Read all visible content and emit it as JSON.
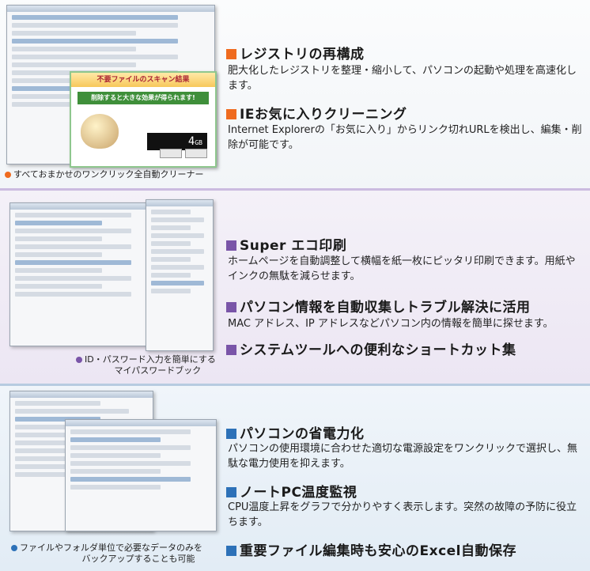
{
  "section1": {
    "screenshot_caption": "すべておまかせのワンクリック全自動クリーナー",
    "dialog": {
      "title": "不要ファイルのスキャン結果",
      "banner": "削除すると大きな効果が得られます!",
      "readout": "4",
      "readout_unit": "GB"
    },
    "features": [
      {
        "title": "レジストリの再構成",
        "body": "肥大化したレジストリを整理・縮小して、パソコンの起動や処理を高速化します。"
      },
      {
        "title": "IEお気に入りクリーニング",
        "body": "Internet Explorerの「お気に入り」からリンク切れURLを検出し、編集・削除が可能です。"
      }
    ],
    "accent": "#ef6b1f"
  },
  "section2": {
    "screenshot_caption_line1": "ID・パスワード入力を簡単にする",
    "screenshot_caption_line2": "マイパスワードブック",
    "features": [
      {
        "title": "Super エコ印刷",
        "body": "ホームページを自動調整して横幅を紙一枚にピッタリ印刷できます。用紙やインクの無駄を減らせます。"
      },
      {
        "title": "パソコン情報を自動収集しトラブル解決に活用",
        "body": "MAC アドレス、IP アドレスなどパソコン内の情報を簡単に探せます。"
      },
      {
        "title": "システムツールへの便利なショートカット集",
        "body": ""
      }
    ],
    "accent": "#7a55a8"
  },
  "section3": {
    "screenshot_caption_line1": "ファイルやフォルダ単位で必要なデータのみを",
    "screenshot_caption_line2": "バックアップすることも可能",
    "features": [
      {
        "title": "パソコンの省電力化",
        "body": "パソコンの使用環境に合わせた適切な電源設定をワンクリックで選択し、無駄な電力使用を抑えます。"
      },
      {
        "title": "ノートPC温度監視",
        "body": "CPU温度上昇をグラフで分かりやすく表示します。突然の故障の予防に役立ちます。"
      },
      {
        "title": "重要ファイル編集時も安心のExcel自動保存",
        "body": ""
      }
    ],
    "accent": "#2d71b8"
  }
}
